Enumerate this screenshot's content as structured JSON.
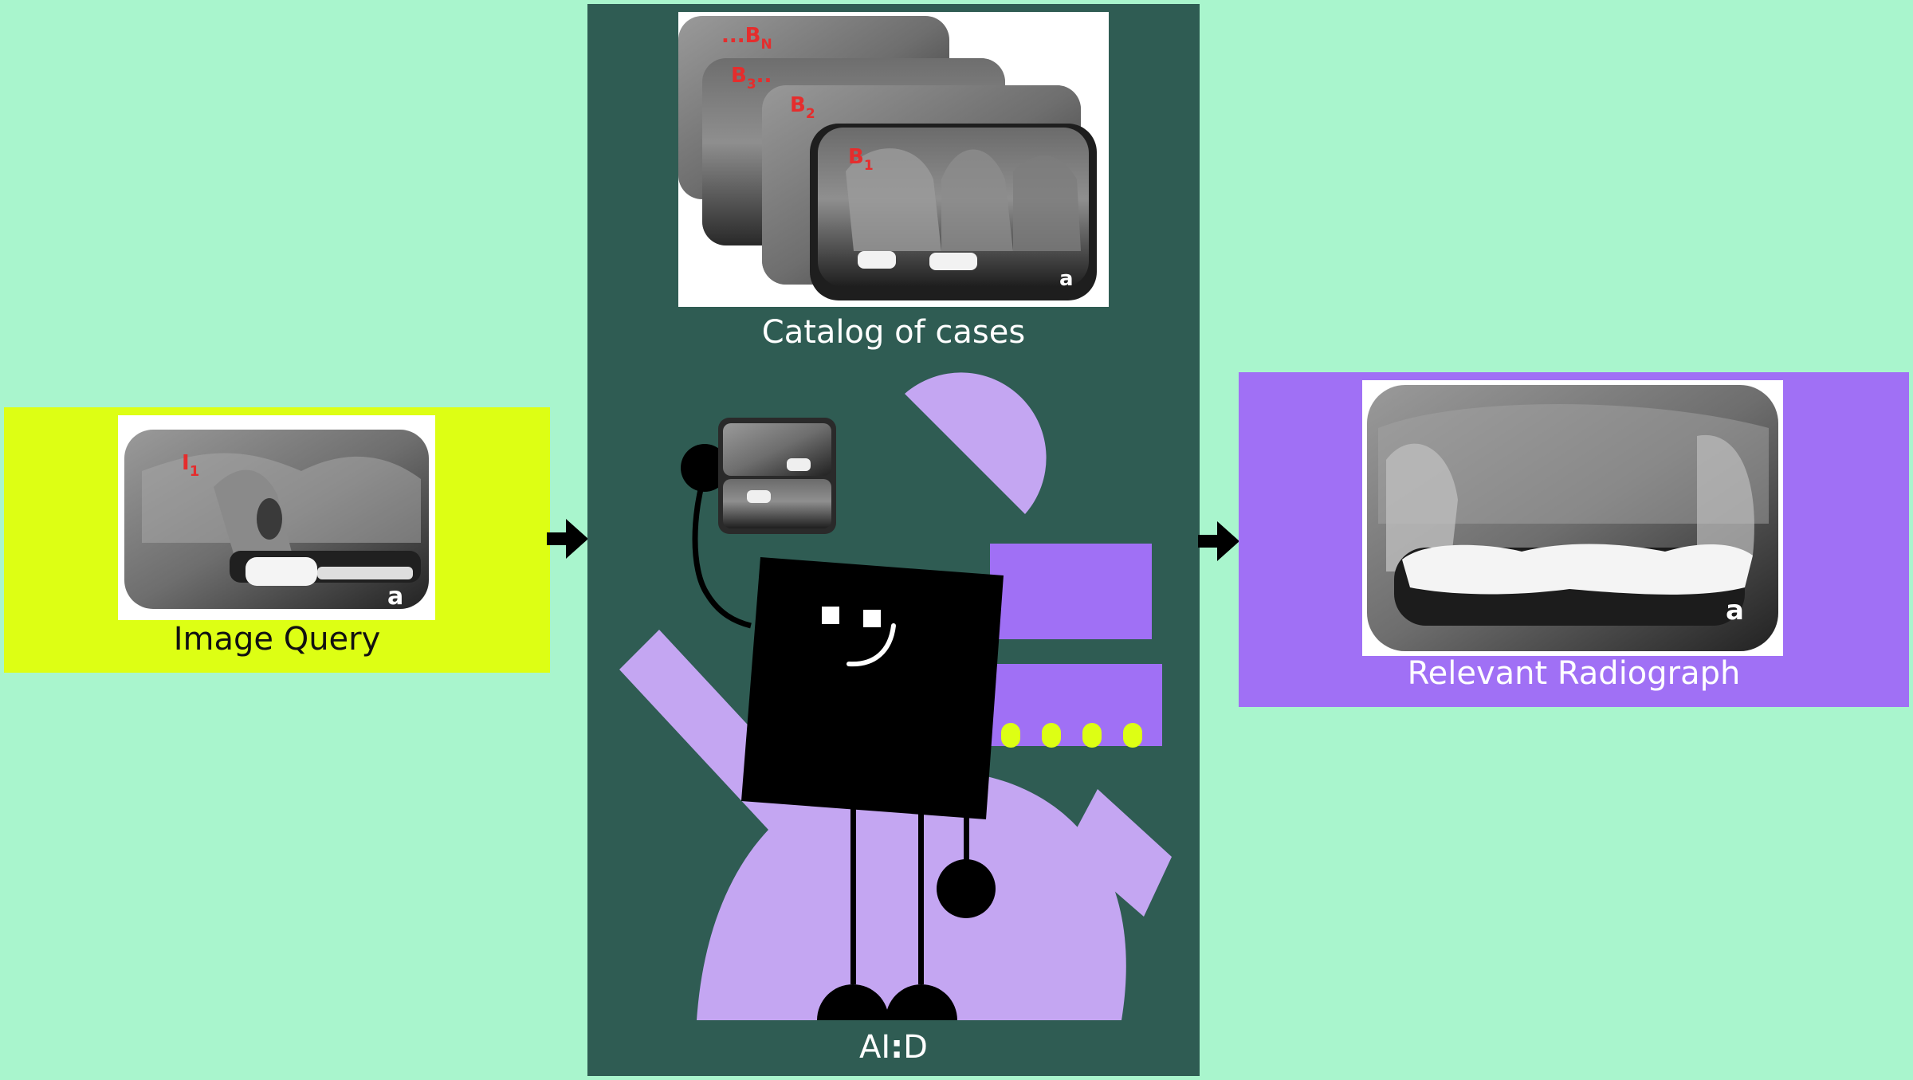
{
  "query": {
    "caption": "Image Query",
    "marker_letter": "I",
    "marker_sub": "1",
    "corner_letter": "a"
  },
  "catalog": {
    "caption": "Catalog of cases",
    "cards": [
      {
        "letter": "B",
        "sub": "N",
        "prefix": "...",
        "suffix": ""
      },
      {
        "letter": "B",
        "sub": "3",
        "prefix": "",
        "suffix": ".."
      },
      {
        "letter": "B",
        "sub": "2",
        "prefix": "",
        "suffix": ""
      },
      {
        "letter": "B",
        "sub": "1",
        "prefix": "",
        "suffix": ""
      }
    ],
    "corner_letter": "a"
  },
  "model": {
    "name_part1": "AI",
    "name_sep": ":",
    "name_part2": "D"
  },
  "result": {
    "caption": "Relevant Radiograph",
    "corner_letter": "a"
  },
  "colors": {
    "background": "#a9f5cd",
    "query_panel": "#ddff14",
    "center_panel": "#2f5c53",
    "result_panel": "#a070f5",
    "lilac": "#c4a6f2",
    "purple": "#a070f5",
    "accent_yellow": "#ddff14"
  },
  "icons": [
    "arrow-right-icon",
    "robot-icon"
  ]
}
